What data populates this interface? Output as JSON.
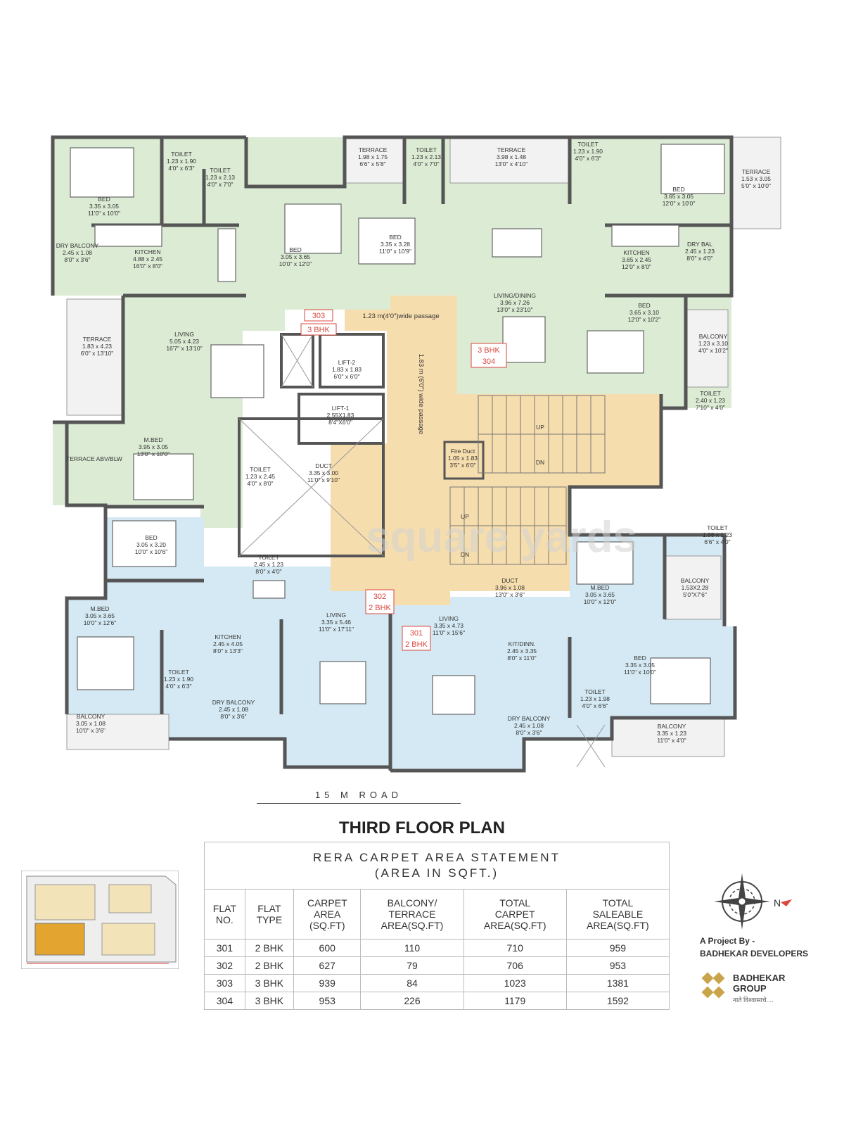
{
  "plan": {
    "rooms": [
      {
        "name": "TOILET",
        "dim1": "1.23 x 1.90",
        "dim2": "4'0\" x 6'3\""
      },
      {
        "name": "TOILET",
        "dim1": "1.23 x 2.13",
        "dim2": "4'0\" x 7'0\""
      },
      {
        "name": "BED",
        "dim1": "3.35 x 3.05",
        "dim2": "11'0\" x 10'0\""
      },
      {
        "name": "KITCHEN",
        "dim1": "4.88 x 2.45",
        "dim2": "16'0\" x 8'0\""
      },
      {
        "name": "DRY BALCONY",
        "dim1": "2.45 x 1.08",
        "dim2": "8'0\" x 3'6\""
      },
      {
        "name": "BED",
        "dim1": "3.05 x 3.65",
        "dim2": "10'0\" x 12'0\""
      },
      {
        "name": "TERRACE",
        "dim1": "1.98 x 1.75",
        "dim2": "6'6\" x 5'8\""
      },
      {
        "name": "TOILET",
        "dim1": "1.23 x 2.13",
        "dim2": "4'0\" x 7'0\""
      },
      {
        "name": "TERRACE",
        "dim1": "3.98 x 1.48",
        "dim2": "13'0\" x 4'10\""
      },
      {
        "name": "TOILET",
        "dim1": "1.23 x 1.90",
        "dim2": "4'0\" x 6'3\""
      },
      {
        "name": "BED",
        "dim1": "3.65 x 3.05",
        "dim2": "12'0\" x 10'0\""
      },
      {
        "name": "TERRACE",
        "dim1": "1.53 x 3.05",
        "dim2": "5'0\" x 10'0\""
      },
      {
        "name": "BED",
        "dim1": "3.35 x 3.28",
        "dim2": "11'0\" x 10'9\""
      },
      {
        "name": "KITCHEN",
        "dim1": "3.65 x 2.45",
        "dim2": "12'0\" x 8'0\""
      },
      {
        "name": "DRY BAL",
        "dim1": "2.45 x 1.23",
        "dim2": "8'0\" x 4'0\""
      },
      {
        "name": "LIVING/DINING",
        "dim1": "3.96 x 7.26",
        "dim2": "13'0\" x 23'10\""
      },
      {
        "name": "BED",
        "dim1": "3.65 x 3.10",
        "dim2": "12'0\" x 10'2\""
      },
      {
        "name": "BALCONY",
        "dim1": "1.23 x 3.10",
        "dim2": "4'0\" x 10'2\""
      },
      {
        "name": "TOILET",
        "dim1": "2.40 x 1.23",
        "dim2": "7'10\" x 4'0\""
      },
      {
        "name": "TERRACE",
        "dim1": "1.83 x 4.23",
        "dim2": "6'0\" x 13'10\""
      },
      {
        "name": "LIVING",
        "dim1": "5.05 x 4.23",
        "dim2": "16'7\" x 13'10\""
      },
      {
        "name": "LIFT-2",
        "dim1": "1.83 x 1.83",
        "dim2": "6'0\" x 6'0\""
      },
      {
        "name": "LIFT-1",
        "dim1": "2.55X1.83",
        "dim2": "8'4\"X6'0\""
      },
      {
        "name": "Fire Duct",
        "dim1": "1.05 x 1.83",
        "dim2": "3'5\" x 6'0\""
      },
      {
        "name": "TERRACE ABV/BLW",
        "dim1": "",
        "dim2": ""
      },
      {
        "name": "M.BED",
        "dim1": "3.95 x 3.05",
        "dim2": "13'0\" x 10'0\""
      },
      {
        "name": "TOILET",
        "dim1": "1.23 x 2.45",
        "dim2": "4'0\" x 8'0\""
      },
      {
        "name": "DUCT",
        "dim1": "3.35 x 3.00",
        "dim2": "11'0\" x 9'10\""
      },
      {
        "name": "BED",
        "dim1": "3.05 x 3.20",
        "dim2": "10'0\" x 10'6\""
      },
      {
        "name": "TOILET",
        "dim1": "2.45 x 1.23",
        "dim2": "8'0\" x 4'0\""
      },
      {
        "name": "TOILET",
        "dim1": "1.98 x 1.23",
        "dim2": "6'6\" x 4'0\""
      },
      {
        "name": "M.BED",
        "dim1": "3.05 x 3.65",
        "dim2": "10'0\" x 12'0\""
      },
      {
        "name": "BALCONY",
        "dim1": "1.53X2.28",
        "dim2": "5'0\"X7'6\""
      },
      {
        "name": "DUCT",
        "dim1": "3.96 x 1.08",
        "dim2": "13'0\" x 3'6\""
      },
      {
        "name": "M.BED",
        "dim1": "3.05 x 3.65",
        "dim2": "10'0\" x 12'6\""
      },
      {
        "name": "KITCHEN",
        "dim1": "2.45 x 4.05",
        "dim2": "8'0\" x 13'3\""
      },
      {
        "name": "LIVING",
        "dim1": "3.35 x 5.46",
        "dim2": "11'0\" x 17'11\""
      },
      {
        "name": "LIVING",
        "dim1": "3.35 x 4.73",
        "dim2": "11'0\" x 15'6\""
      },
      {
        "name": "KIT/DINN.",
        "dim1": "2.45 x 3.35",
        "dim2": "8'0\" x 11'0\""
      },
      {
        "name": "BED",
        "dim1": "3.35 x 3.05",
        "dim2": "11'0\" x 10'0\""
      },
      {
        "name": "TOILET",
        "dim1": "1.23 x 1.98",
        "dim2": "4'0\" x 6'6\""
      },
      {
        "name": "TOILET",
        "dim1": "1.23 x 1.90",
        "dim2": "4'0\" x 6'3\""
      },
      {
        "name": "DRY BALCONY",
        "dim1": "2.45 x 1.08",
        "dim2": "8'0\" x 3'6\""
      },
      {
        "name": "DRY BALCONY",
        "dim1": "2.45 x 1.08",
        "dim2": "8'0\" x 3'6\""
      },
      {
        "name": "BALCONY",
        "dim1": "3.05 x 1.08",
        "dim2": "10'0\" x 3'6\""
      },
      {
        "name": "BALCONY",
        "dim1": "3.35 x 1.23",
        "dim2": "11'0\" x 4'0\""
      }
    ],
    "passage_horizontal": "1.23 m(4'0\")wide passage",
    "passage_vertical": "1.83 m (6'0\") wide passage",
    "stair_up": "UP",
    "stair_dn": "DN",
    "flat_tags": [
      {
        "no": "303",
        "type": "3 BHK"
      },
      {
        "no": "304",
        "type": "3 BHK"
      },
      {
        "no": "302",
        "type": "2 BHK"
      },
      {
        "no": "301",
        "type": "2 BHK"
      }
    ],
    "colors": {
      "green": "#dcebd4",
      "blue": "#d4e9f3",
      "passage": "#f6ddae",
      "tag": "#d9473f"
    },
    "watermark": "square yards"
  },
  "road_label": "15 M ROAD",
  "title": "THIRD FLOOR PLAN",
  "rera": {
    "caption_line1": "RERA CARPET AREA STATEMENT",
    "caption_line2": "(AREA IN SQFT.)",
    "headers": [
      [
        "FLAT",
        "NO."
      ],
      [
        "FLAT",
        "TYPE"
      ],
      [
        "CARPET",
        "AREA",
        "(SQ.FT)"
      ],
      [
        "BALCONY/",
        "TERRACE",
        "AREA(SQ.FT)"
      ],
      [
        "TOTAL",
        "CARPET",
        "AREA(SQ.FT)"
      ],
      [
        "TOTAL",
        "SALEABLE",
        "AREA(SQ.FT)"
      ]
    ],
    "rows": [
      [
        "301",
        "2 BHK",
        "600",
        "110",
        "710",
        "959"
      ],
      [
        "302",
        "2 BHK",
        "627",
        "79",
        "706",
        "953"
      ],
      [
        "303",
        "3 BHK",
        "939",
        "84",
        "1023",
        "1381"
      ],
      [
        "304",
        "3 BHK",
        "953",
        "226",
        "1179",
        "1592"
      ]
    ]
  },
  "developer": {
    "line1": "A Project By -",
    "line2": "BADHEKAR DEVELOPERS",
    "brand_line1": "BADHEKAR",
    "brand_line2": "GROUP",
    "tagline": "नाते विश्वासाचे....",
    "brand_color": "#c9a44a"
  },
  "compass_label": "N"
}
